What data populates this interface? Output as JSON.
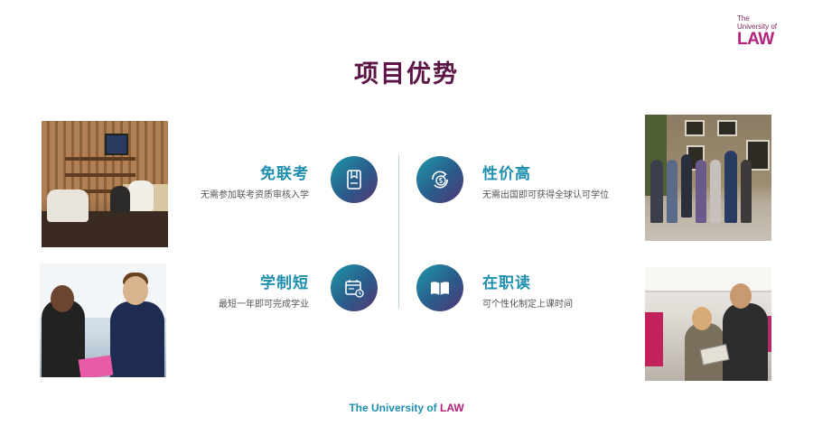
{
  "logo": {
    "line1": "The",
    "line2": "University of",
    "line3": "LAW"
  },
  "title": "项目优势",
  "features": [
    {
      "title": "免联考",
      "desc": "无需参加联考资质审核入学",
      "icon": "bookmark-document-icon"
    },
    {
      "title": "性价高",
      "desc": "无需出国即可获得全球认可学位",
      "icon": "money-cycle-icon"
    },
    {
      "title": "学制短",
      "desc": "最短一年即可完成学业",
      "icon": "calendar-clock-icon"
    },
    {
      "title": "在职读",
      "desc": "可个性化制定上课时间",
      "icon": "open-book-icon"
    }
  ],
  "footer": {
    "prefix": "The University of ",
    "law": "LAW"
  },
  "colors": {
    "accent": "#1f8fb0",
    "title": "#5c1545",
    "brand": "#b5207a"
  }
}
